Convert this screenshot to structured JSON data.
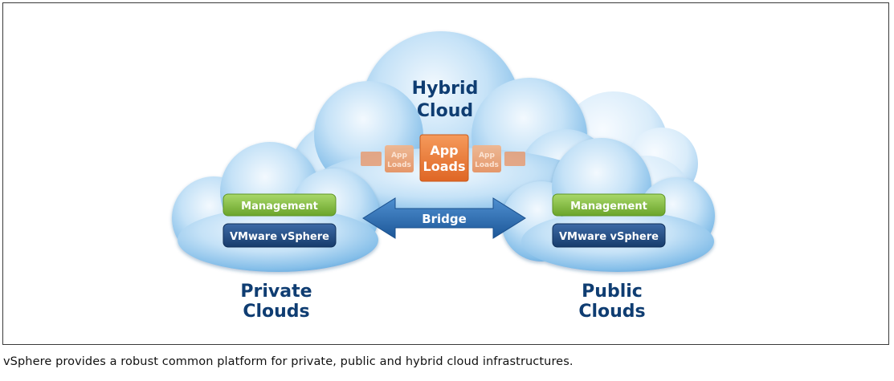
{
  "hybrid": {
    "line1": "Hybrid",
    "line2": "Cloud"
  },
  "app_loads": {
    "center": {
      "line1": "App",
      "line2": "Loads"
    },
    "left": {
      "line1": "App",
      "line2": "Loads"
    },
    "right": {
      "line1": "App",
      "line2": "Loads"
    }
  },
  "private": {
    "management": "Management",
    "vsphere": "VMware vSphere",
    "title_line1": "Private",
    "title_line2": "Clouds"
  },
  "public": {
    "management": "Management",
    "vsphere": "VMware vSphere",
    "title_line1": "Public",
    "title_line2": "Clouds"
  },
  "bridge": "Bridge",
  "caption": "vSphere provides a robust common platform for private, public and hybrid cloud infrastructures.",
  "colors": {
    "cloud_light": "#eaf5fd",
    "cloud_mid": "#a9d4f2",
    "cloud_dark": "#5fa6dd",
    "title_navy": "#0f3d72",
    "management_green": "#86c040",
    "vsphere_navy": "#1f4a82",
    "app_orange": "#ee7a34",
    "arrow_blue": "#2d6fb8"
  }
}
